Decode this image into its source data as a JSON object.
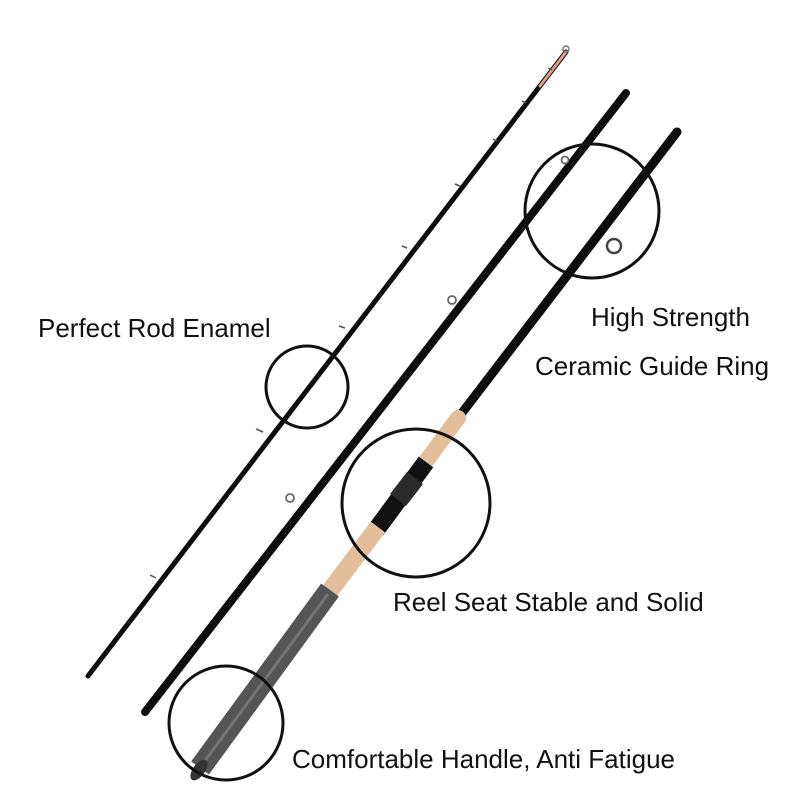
{
  "callouts": {
    "enamel": "Perfect Rod Enamel",
    "strength": "High Strength",
    "ceramic": "Ceramic Guide Ring",
    "reel_seat": "Reel Seat Stable and Solid",
    "handle": "Comfortable Handle, Anti Fatigue"
  },
  "colors": {
    "background": "#ffffff",
    "rod_blank": "#0d0d0d",
    "cork": "#e2bf9a",
    "handle_grip": "#5a5a5a",
    "tip_accent": "#e39a8a",
    "circle_outline": "#111111",
    "text": "#111111"
  }
}
